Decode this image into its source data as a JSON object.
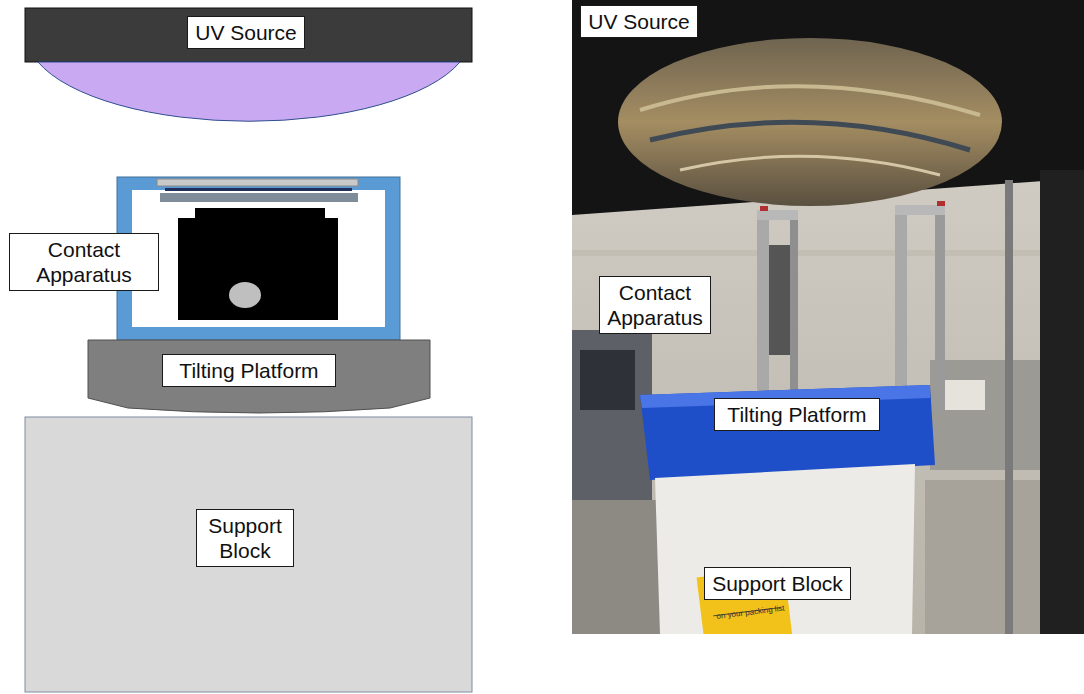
{
  "diagram": {
    "nodes": [
      {
        "text": [
          "UV Source"
        ]
      },
      {
        "text": [
          "Contact Apparatus"
        ]
      },
      {
        "text": [
          "Tilting Platform"
        ]
      },
      {
        "text": [
          "Support Block"
        ]
      },
      {
        "text": [
          "UV Source"
        ]
      },
      {
        "text": [
          "Contact Apparatus"
        ]
      },
      {
        "text": [
          "Tilting Platform"
        ]
      },
      {
        "text": [
          "Support Block"
        ]
      }
    ],
    "labels": [
      "on your packing list"
    ]
  }
}
